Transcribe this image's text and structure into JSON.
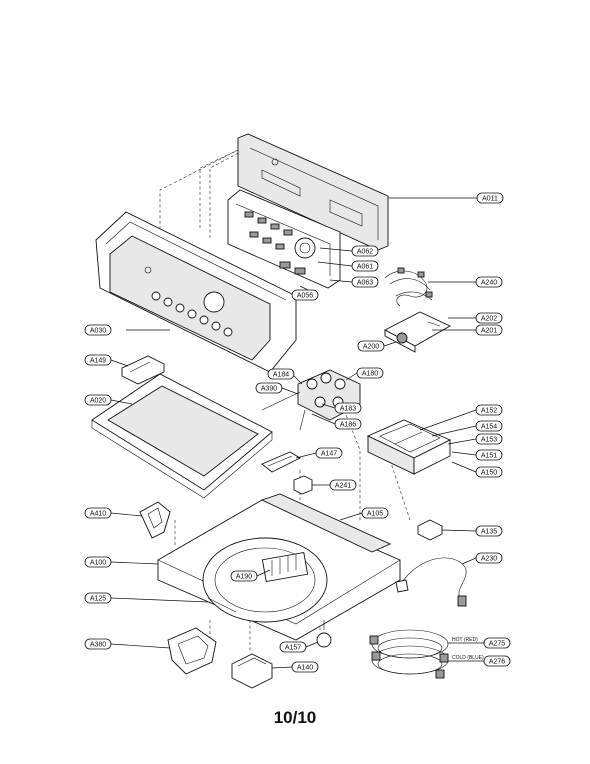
{
  "page_number": "10/10",
  "callouts": {
    "A011": "A011",
    "A062": "A062",
    "A061": "A061",
    "A063": "A063",
    "A056": "A056",
    "A240": "A240",
    "A030": "A030",
    "A202": "A202",
    "A201": "A201",
    "A200": "A200",
    "A149": "A149",
    "A184": "A184",
    "A180": "A180",
    "A390": "A390",
    "A020": "A020",
    "A183": "A183",
    "A186": "A186",
    "A152": "A152",
    "A154": "A154",
    "A153": "A153",
    "A151": "A151",
    "A150": "A150",
    "A147": "A147",
    "A241": "A241",
    "A410": "A410",
    "A105": "A105",
    "A135": "A135",
    "A230": "A230",
    "A100": "A100",
    "A190": "A190",
    "A125": "A125",
    "A275": "A275",
    "A380": "A380",
    "A157": "A157",
    "A140": "A140",
    "A276": "A276"
  },
  "hose_notes": {
    "hot": "HOT (RED)",
    "cold": "COLD (BLUE)"
  }
}
